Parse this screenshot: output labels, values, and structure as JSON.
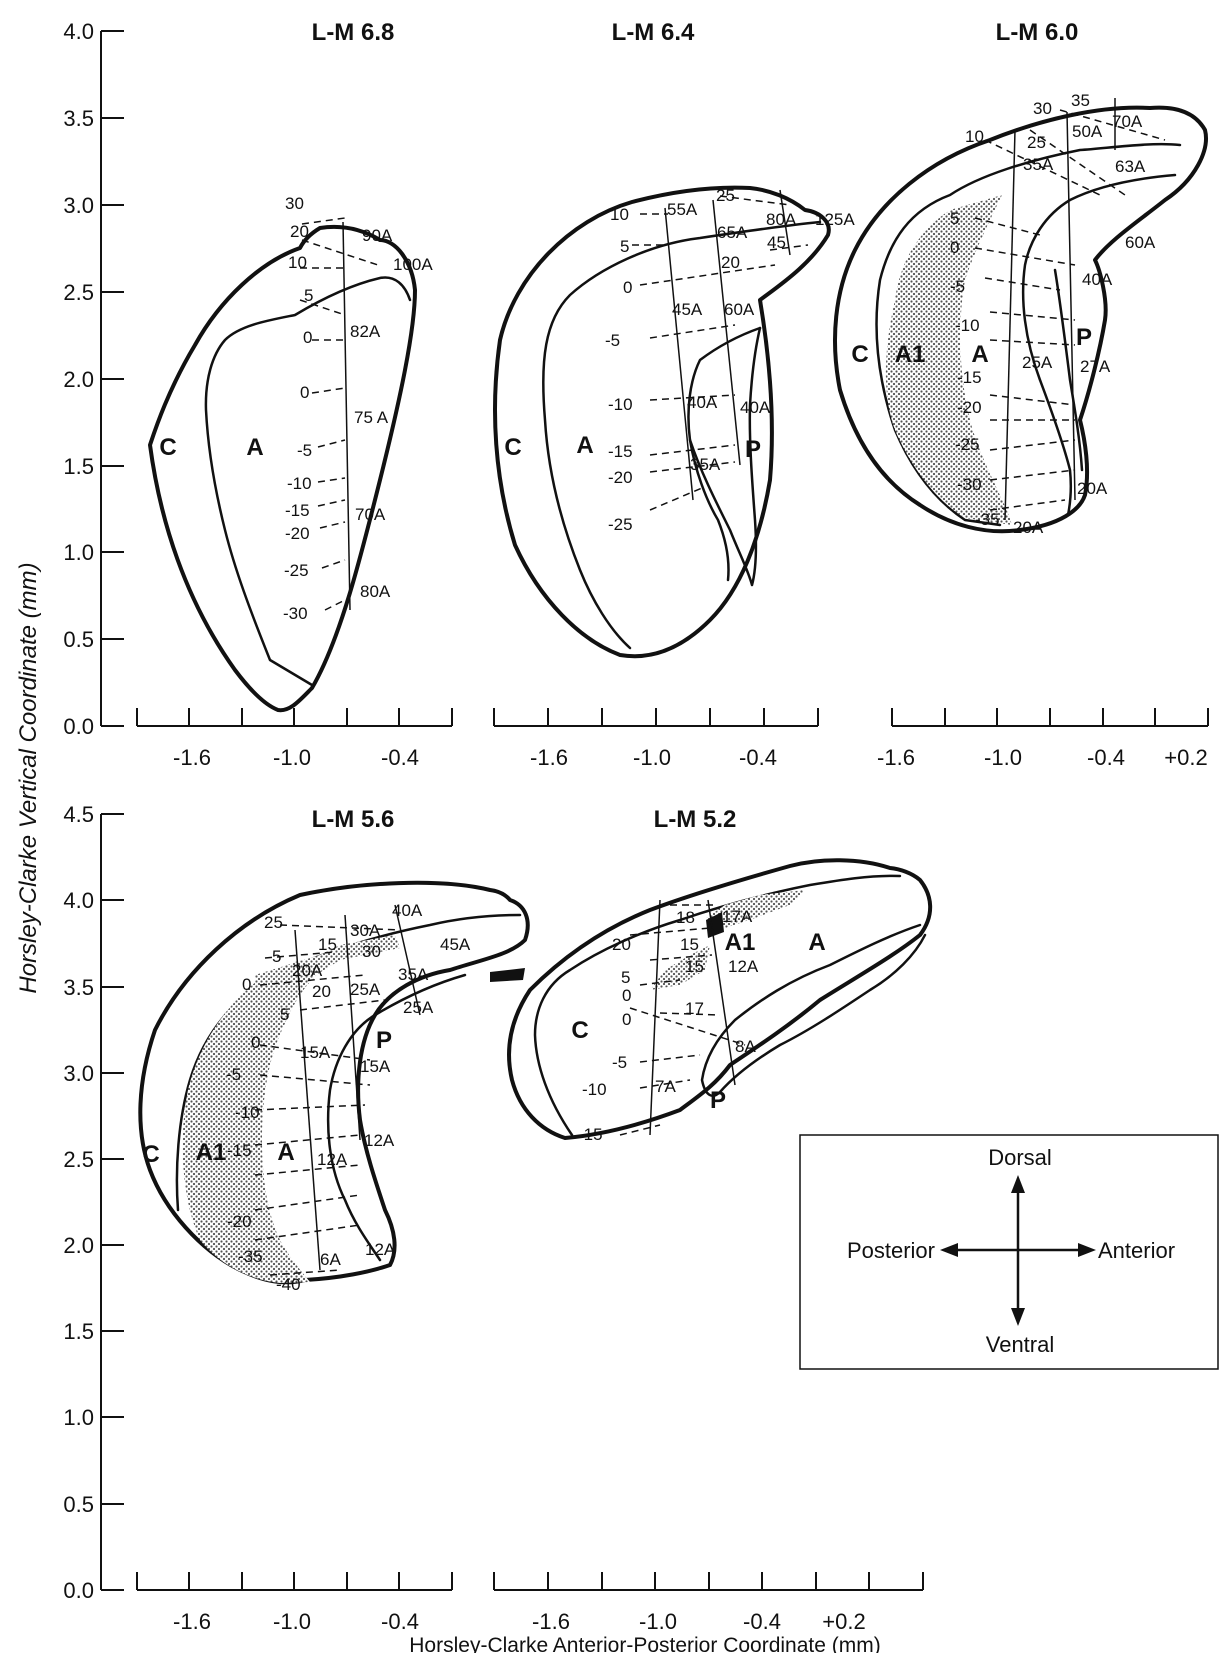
{
  "y_axis": {
    "label": "Horsley-Clarke Vertical Coordinate (mm)",
    "top_ticks": [
      "4.0",
      "3.5",
      "3.0",
      "2.5",
      "2.0",
      "1.5",
      "1.0",
      "0.5",
      "0.0"
    ],
    "bottom_ticks": [
      "4.5",
      "4.0",
      "3.5",
      "3.0",
      "2.5",
      "2.0",
      "1.5",
      "1.0",
      "0.5",
      "0.0"
    ]
  },
  "x_axis": {
    "label": "Horsley-Clarke Anterior-Posterior Coordinate (mm)"
  },
  "panels": [
    {
      "title": "L-M 6.8",
      "x_ticks": [
        "-1.6",
        "-1.0",
        "-0.4"
      ],
      "regions": [
        "C",
        "A"
      ],
      "depths": [
        "30",
        "20",
        "10",
        "5",
        "0",
        "0",
        "-5",
        "-10",
        "-15",
        "-20",
        "-25",
        "-30"
      ],
      "sites": [
        "90A",
        "100A",
        "82A",
        "75 A",
        "70A",
        "80A"
      ]
    },
    {
      "title": "L-M 6.4",
      "x_ticks": [
        "-1.6",
        "-1.0",
        "-0.4"
      ],
      "regions": [
        "C",
        "A",
        "P"
      ],
      "depths": [
        "10",
        "5",
        "0",
        "-5",
        "-10",
        "-15",
        "-20",
        "-25",
        "25",
        "20"
      ],
      "sites": [
        "55A",
        "65A",
        "80A",
        "125A",
        "45",
        "45A",
        "60A",
        "40A",
        "40A",
        "35A"
      ]
    },
    {
      "title": "L-M 6.0",
      "x_ticks": [
        "-1.6",
        "-1.0",
        "-0.4",
        "+0.2"
      ],
      "regions": [
        "C",
        "A1",
        "A",
        "P"
      ],
      "depths": [
        "30",
        "35",
        "10",
        "25",
        "5",
        "0",
        "-5",
        "-10",
        "-15",
        "-20",
        "-25",
        "-30",
        "-35"
      ],
      "sites": [
        "50A",
        "70A",
        "35A",
        "63A",
        "60A",
        "40A",
        "25A",
        "27A",
        "20A",
        "20A"
      ]
    },
    {
      "title": "L-M 5.6",
      "x_ticks": [
        "-1.6",
        "-1.0",
        "-0.4"
      ],
      "regions": [
        "C",
        "A1",
        "A",
        "P"
      ],
      "depths": [
        "25",
        "15",
        "5",
        "0",
        "20",
        "30",
        "5",
        "0",
        "-5",
        "-10",
        "-15",
        "-20",
        "-35",
        "-40"
      ],
      "sites": [
        "30A",
        "40A",
        "45A",
        "20A",
        "25A",
        "35A",
        "25A",
        "15A",
        "15A",
        "12A",
        "12A",
        "6A",
        "12A"
      ]
    },
    {
      "title": "L-M 5.2",
      "x_ticks": [
        "-1.6",
        "-1.0",
        "-0.4",
        "+0.2"
      ],
      "regions": [
        "C",
        "A1",
        "A",
        "P"
      ],
      "depths": [
        "18",
        "20",
        "15",
        "5",
        "0",
        "15",
        "0",
        "17",
        "-5",
        "-10",
        "-15"
      ],
      "sites": [
        "17A",
        "12A",
        "8A",
        "7A"
      ]
    }
  ],
  "legend": {
    "dorsal": "Dorsal",
    "ventral": "Ventral",
    "posterior": "Posterior",
    "anterior": "Anterior"
  },
  "colors": {
    "ink": "#111111",
    "stipple": "#b0b0b0",
    "background": "#ffffff"
  }
}
